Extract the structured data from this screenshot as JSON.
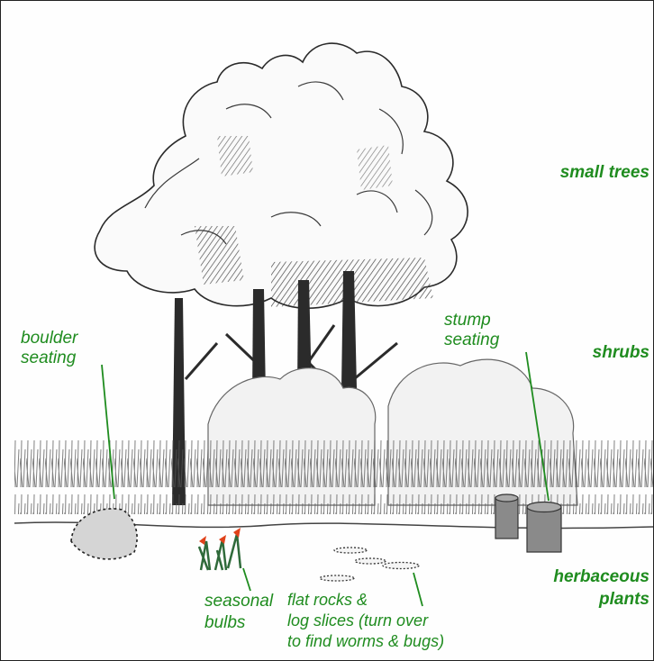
{
  "colors": {
    "label_green": "#1f8c1f",
    "ink": "#2a2a2a",
    "boulder_fill": "#d5d5d5",
    "stump_fill": "#8a8a8a",
    "bulb_flower": "#e0421a",
    "bulb_leaf": "#2f6a3a"
  },
  "labels": {
    "small_trees": "small trees",
    "shrubs": "shrubs",
    "herbaceous_line1": "herbaceous",
    "herbaceous_line2": "plants",
    "stump_line1": "stump",
    "stump_line2": "seating",
    "boulder_line1": "boulder",
    "boulder_line2": "seating",
    "bulbs_line1": "seasonal",
    "bulbs_line2": "bulbs",
    "rocks_line1": "flat rocks &",
    "rocks_line2": "log slices (turn over",
    "rocks_line3": "to find worms & bugs)"
  },
  "icons": [
    "tree-canopy-icon",
    "tree-trunk-icon",
    "shrub-icon",
    "grass-icon",
    "boulder-icon",
    "stump-icon",
    "bulb-icon",
    "flat-rock-icon"
  ]
}
